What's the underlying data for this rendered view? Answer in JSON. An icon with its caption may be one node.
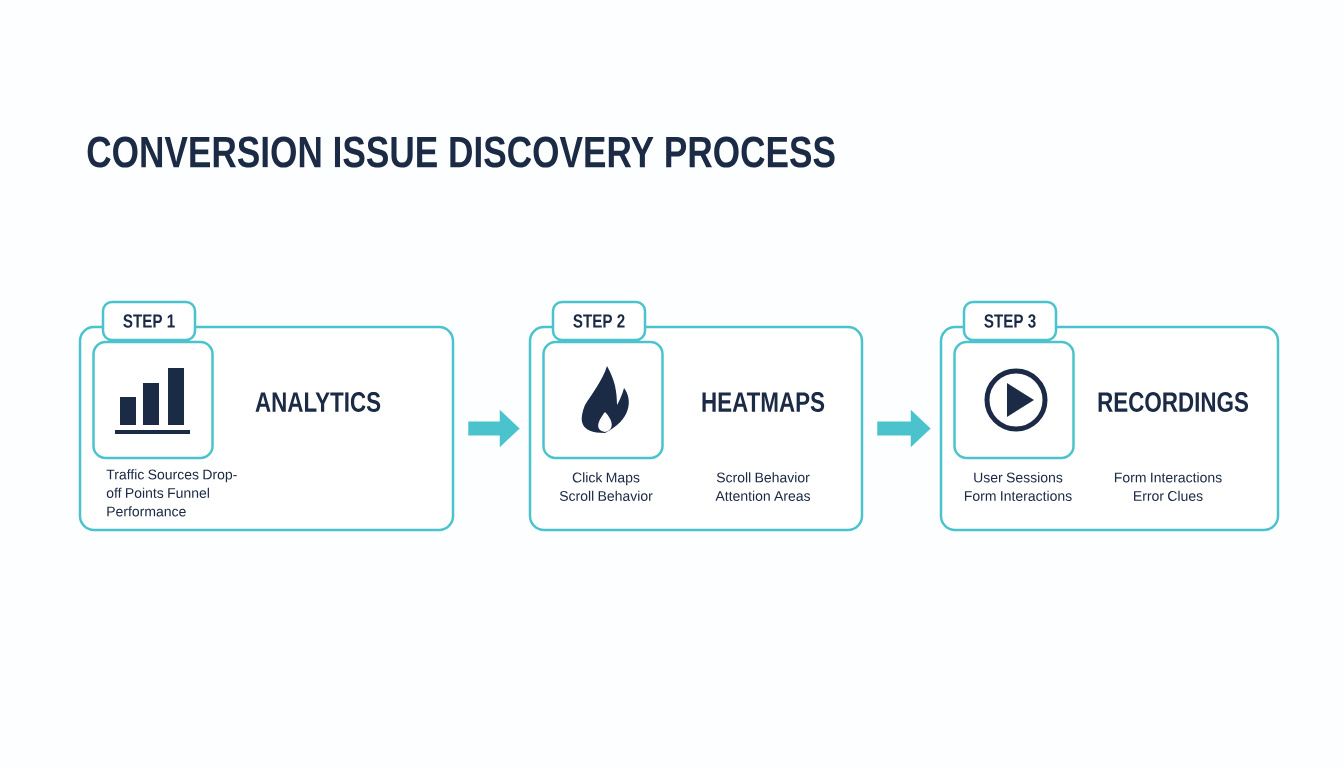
{
  "diagram": {
    "title": "CONVERSION ISSUE DISCOVERY PROCESS",
    "nodes": [
      {
        "text": [
          "ANALYTICS",
          "Traffic Sources Drop-off Points Funnel Performance"
        ]
      },
      {
        "text": [
          "STEP 1"
        ]
      },
      {
        "text": [],
        "shape": "box",
        "in": 0
      },
      {
        "text": [
          "HEATMAPS",
          "Click Maps Scroll Behavior",
          "Scroll Behavior Attention Areas"
        ]
      },
      {
        "text": [
          "STEP 2"
        ]
      },
      {
        "text": [],
        "shape": "box",
        "in": 3
      },
      {
        "text": [
          "RECORDINGS",
          "User Sessions Form Interactions",
          "Form Interactions Error Clues"
        ]
      },
      {
        "text": [
          "STEP 3"
        ]
      },
      {
        "text": [],
        "shape": "box",
        "in": 6
      }
    ],
    "edges": [
      {
        "from": 0,
        "to": 3,
        "arrow": "to"
      },
      {
        "from": 3,
        "to": 6,
        "arrow": "to"
      }
    ]
  }
}
